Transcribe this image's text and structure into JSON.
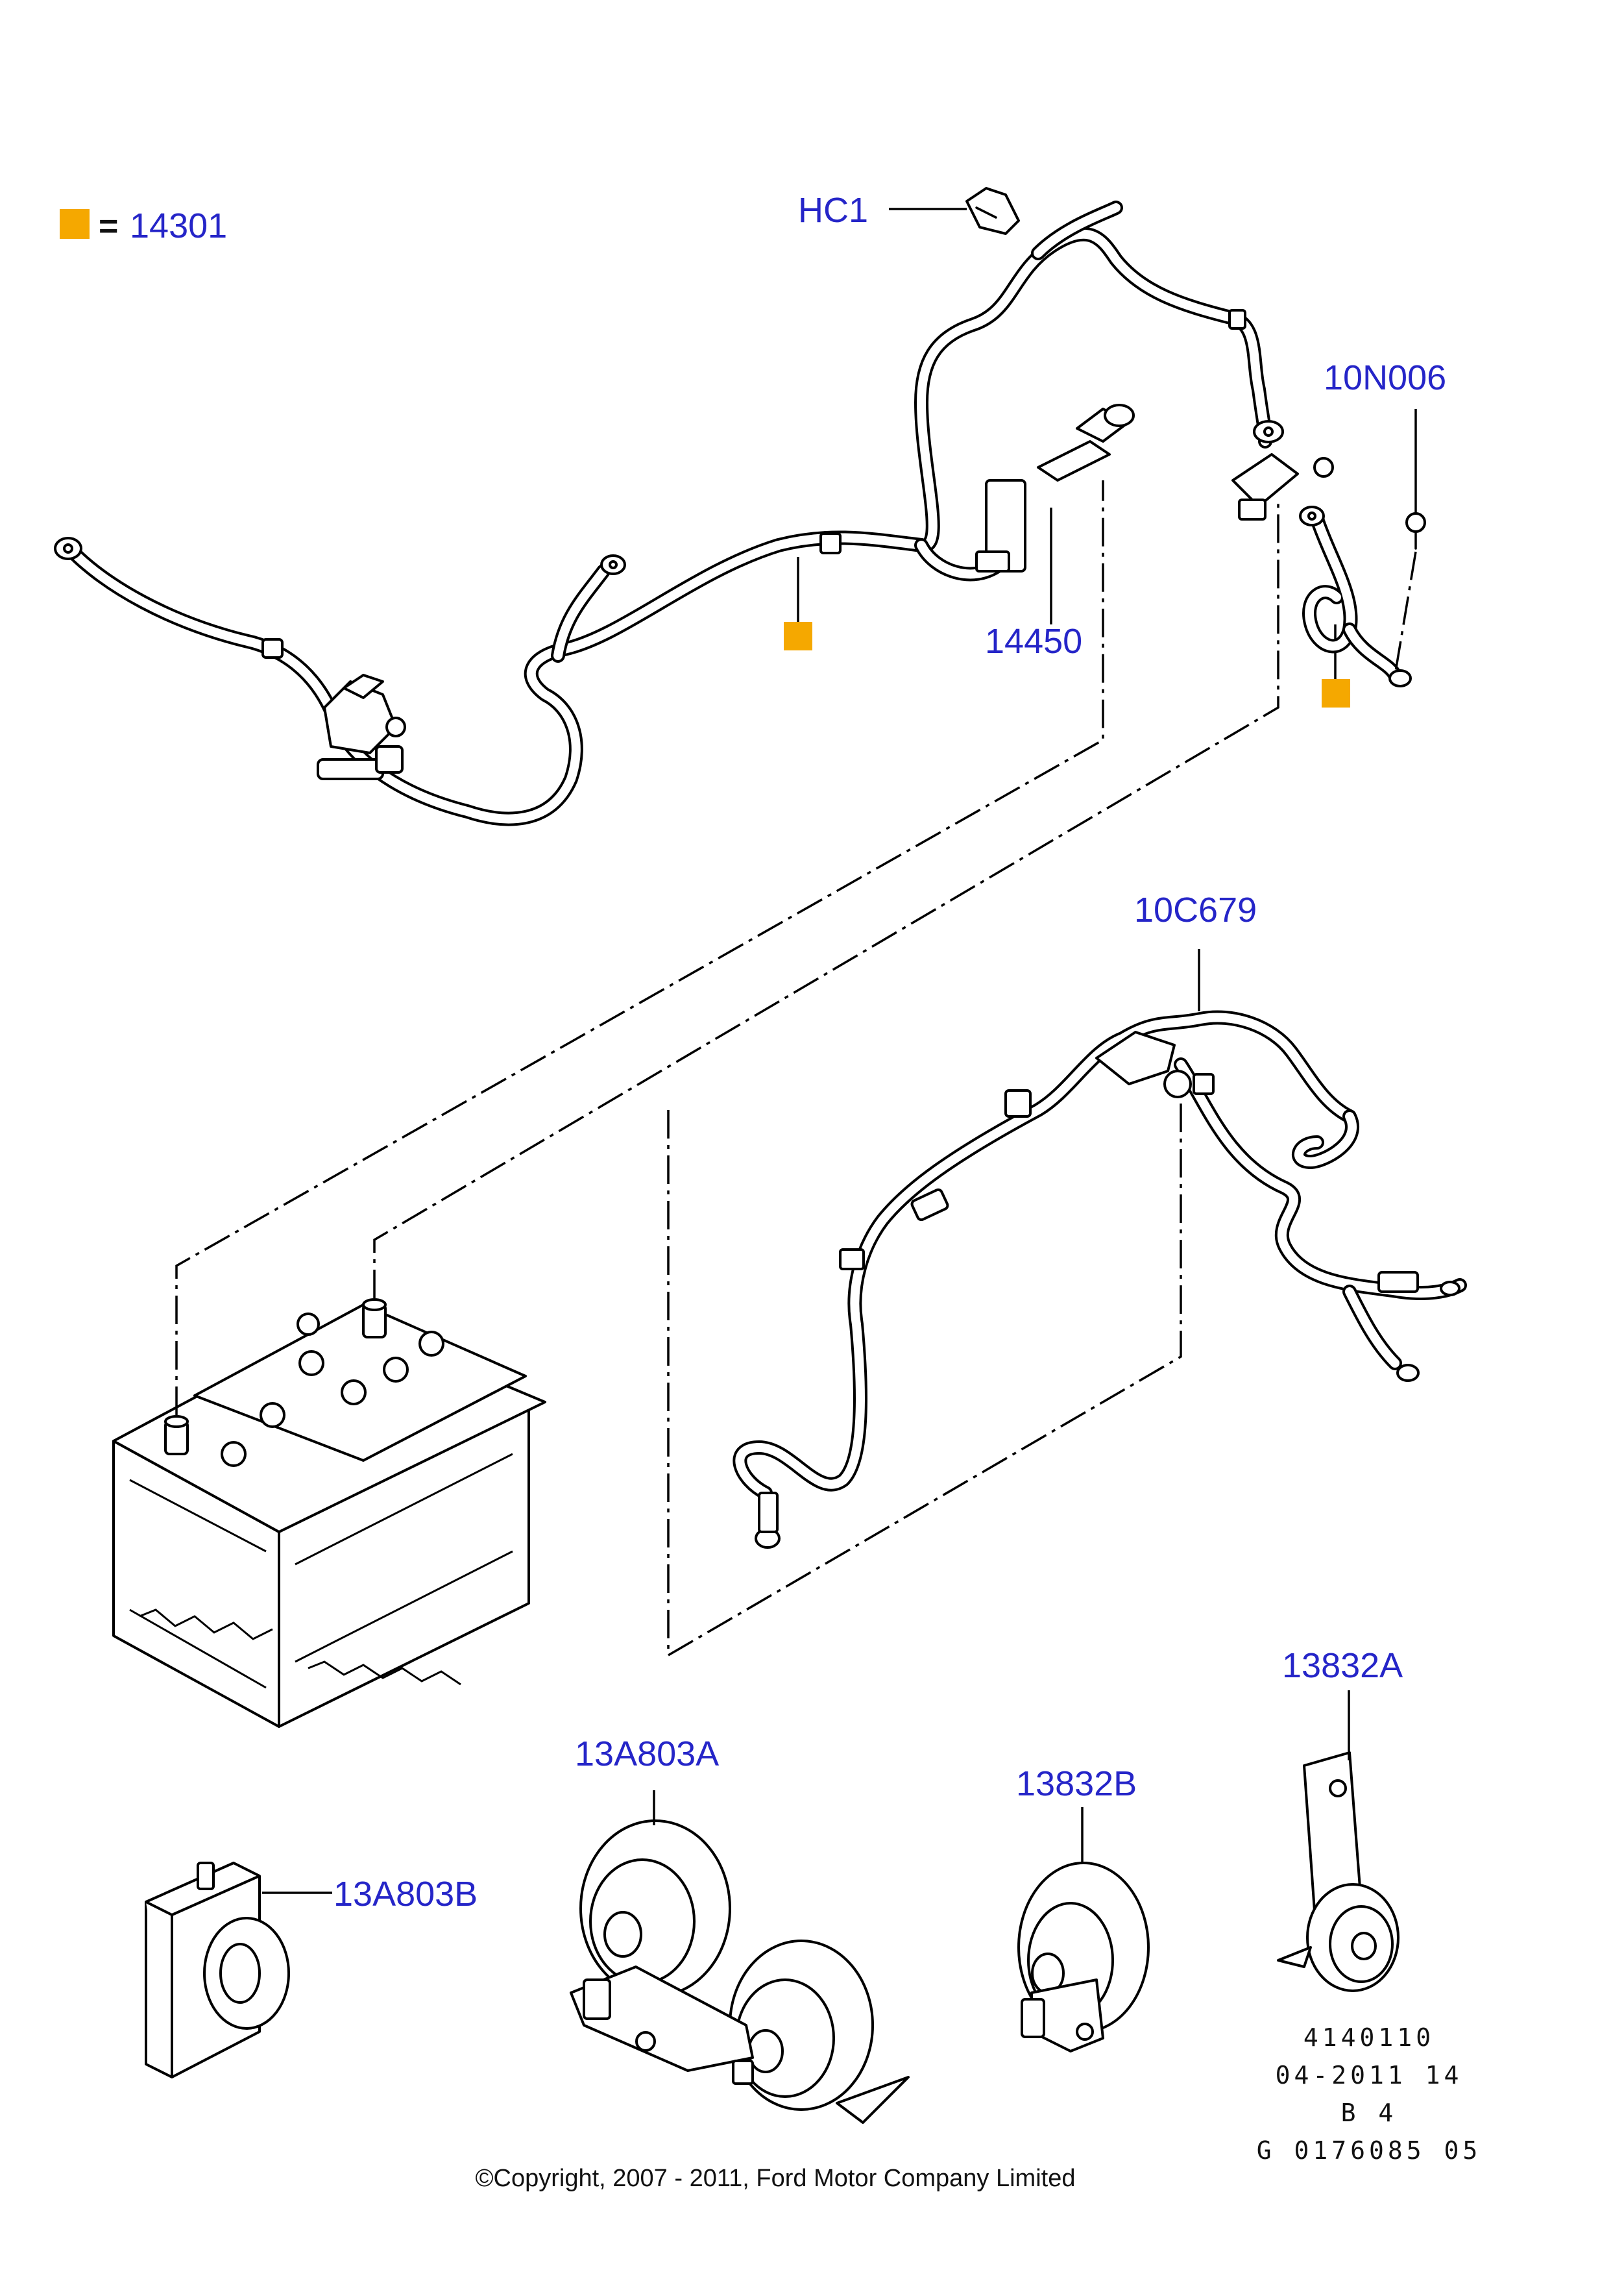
{
  "legend": {
    "symbol_color": "#f5a800",
    "equals": "=",
    "code": "14301"
  },
  "callouts": {
    "hc1": "HC1",
    "n10n006": "10N006",
    "n14450": "14450",
    "n10c679": "10C679",
    "n13832a": "13832A",
    "n13a803a": "13A803A",
    "n13832b": "13832B",
    "n13a803b": "13A803B"
  },
  "reference": {
    "line1": "4140110",
    "line2": "04-2011 14",
    "line3": "B 4",
    "line4": "G 0176085 05"
  },
  "copyright": "©Copyright, 2007 - 2011, Ford Motor Company Limited"
}
